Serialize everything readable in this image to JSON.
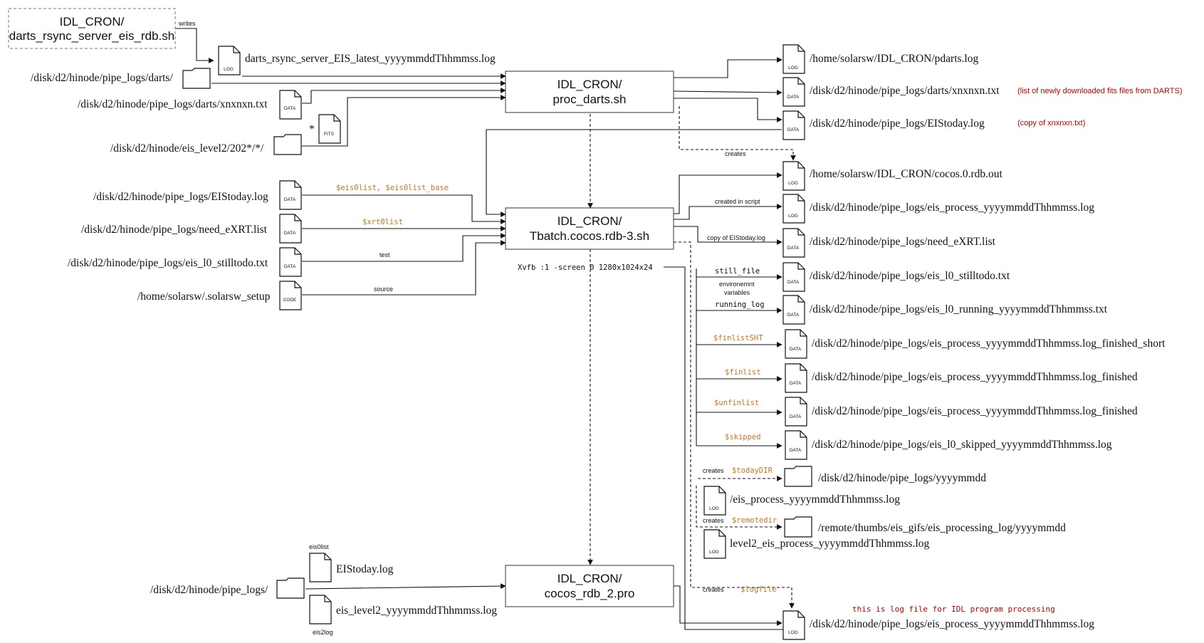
{
  "processes": {
    "darts_rsync": {
      "line1": "IDL_CRON/",
      "line2": "darts_rsync_server_eis_rdb.sh"
    },
    "proc_darts": {
      "line1": "IDL_CRON/",
      "line2": "proc_darts.sh"
    },
    "tbatch": {
      "line1": "IDL_CRON/",
      "line2": "Tbatch.cocos.rdb-3.sh"
    },
    "cocos_rdb": {
      "line1": "IDL_CRON/",
      "line2": "cocos_rdb_2.pro"
    }
  },
  "icon_labels": {
    "log": "LOG",
    "data": "DATA",
    "fits": "FITS",
    "code": "CODE"
  },
  "left_inputs": {
    "rsync_log": "darts_rsync_server_EIS_latest_yyyymmddThhmmss.log",
    "darts_dir": "/disk/d2/hinode/pipe_logs/darts/",
    "xnxnxn": "/disk/d2/hinode/pipe_logs/darts/xnxnxn.txt",
    "level2": "/disk/d2/hinode/eis_level2/202*/*/",
    "star": "*",
    "eistoday": "/disk/d2/hinode/pipe_logs/EIStoday.log",
    "need_exrt": "/disk/d2/hinode/pipe_logs/need_eXRT.list",
    "stilltodo": "/disk/d2/hinode/pipe_logs/eis_l0_stilltodo.txt",
    "setup": "/home/solarsw/.solarsw_setup",
    "pipe_logs": "/disk/d2/hinode/pipe_logs/",
    "eistoday_short": "EIStoday.log",
    "eis_level2_log": "eis_level2_yyyymmddThhmmss.log",
    "eis0list": "eis0list",
    "eis2log": "eis2log"
  },
  "right_outputs": {
    "pdarts": "/home/solarsw/IDL_CRON/pdarts.log",
    "xnxnxn_out": "/disk/d2/hinode/pipe_logs/darts/xnxnxn.txt",
    "xnxnxn_note": "(list of newly downloaded fits files from DARTS)",
    "eistoday_out": "/disk/d2/hinode/pipe_logs/EIStoday.log",
    "eistoday_note": "(copy of xnxnxn.txt)",
    "cocos_out": "/home/solarsw/IDL_CRON/cocos.0.rdb.out",
    "eis_process": "/disk/d2/hinode/pipe_logs/eis_process_yyyymmddThhmmss.log",
    "need_exrt_out": "/disk/d2/hinode/pipe_logs/need_eXRT.list",
    "stilltodo_out": "/disk/d2/hinode/pipe_logs/eis_l0_stilltodo.txt",
    "running": "/disk/d2/hinode/pipe_logs/eis_l0_running_yyyymmddThhmmss.txt",
    "finished_short": "/disk/d2/hinode/pipe_logs/eis_process_yyyymmddThhmmss.log_finished_short",
    "finished1": "/disk/d2/hinode/pipe_logs/eis_process_yyyymmddThhmmss.log_finished",
    "finished2": "/disk/d2/hinode/pipe_logs/eis_process_yyyymmddThhmmss.log_finished",
    "skipped": "/disk/d2/hinode/pipe_logs/eis_l0_skipped_yyyymmddThhmmss.log",
    "today_dir": "/disk/d2/hinode/pipe_logs/yyyymmdd",
    "eis_process_short": "/eis_process_yyyymmddThhmmss.log",
    "remote_dir": "/remote/thumbs/eis_gifs/eis_processing_log/yyyymmdd",
    "level2_log": "level2_eis_process_yyyymmddThhmmss.log",
    "final_log": "/disk/d2/hinode/pipe_logs/eis_process_yyyymmddThhmmss.log",
    "final_note": "this is log file for IDL program processing"
  },
  "edge_labels": {
    "writes": "writes",
    "creates1": "creates",
    "eis0list_vars": "$eis0list, $eis0list_base",
    "xrt0list": "$xrt0list",
    "test": "test",
    "source": "source",
    "created_in_script": "created in script",
    "copy_of_eistoday": "copy of EIStoday.log",
    "xvfb": "Xvfb :1 -screen 0 1280x1024x24",
    "still_file": "still_file",
    "env_vars_1": "environemnt",
    "env_vars_2": "variables",
    "running_log": "running_log",
    "finlistSHT": "$finlistSHT",
    "finlist": "$finlist",
    "unfinlist": "$unfinlist",
    "skipped": "$skipped",
    "creates2": "creates",
    "todayDIR": "$todayDIR",
    "creates3": "creates",
    "remotedir": "$remotedir",
    "creates4": "creates",
    "logfile": "$logfile"
  },
  "colors": {
    "variable": "#c8761d",
    "note": "#c00000",
    "line": "#111111"
  }
}
